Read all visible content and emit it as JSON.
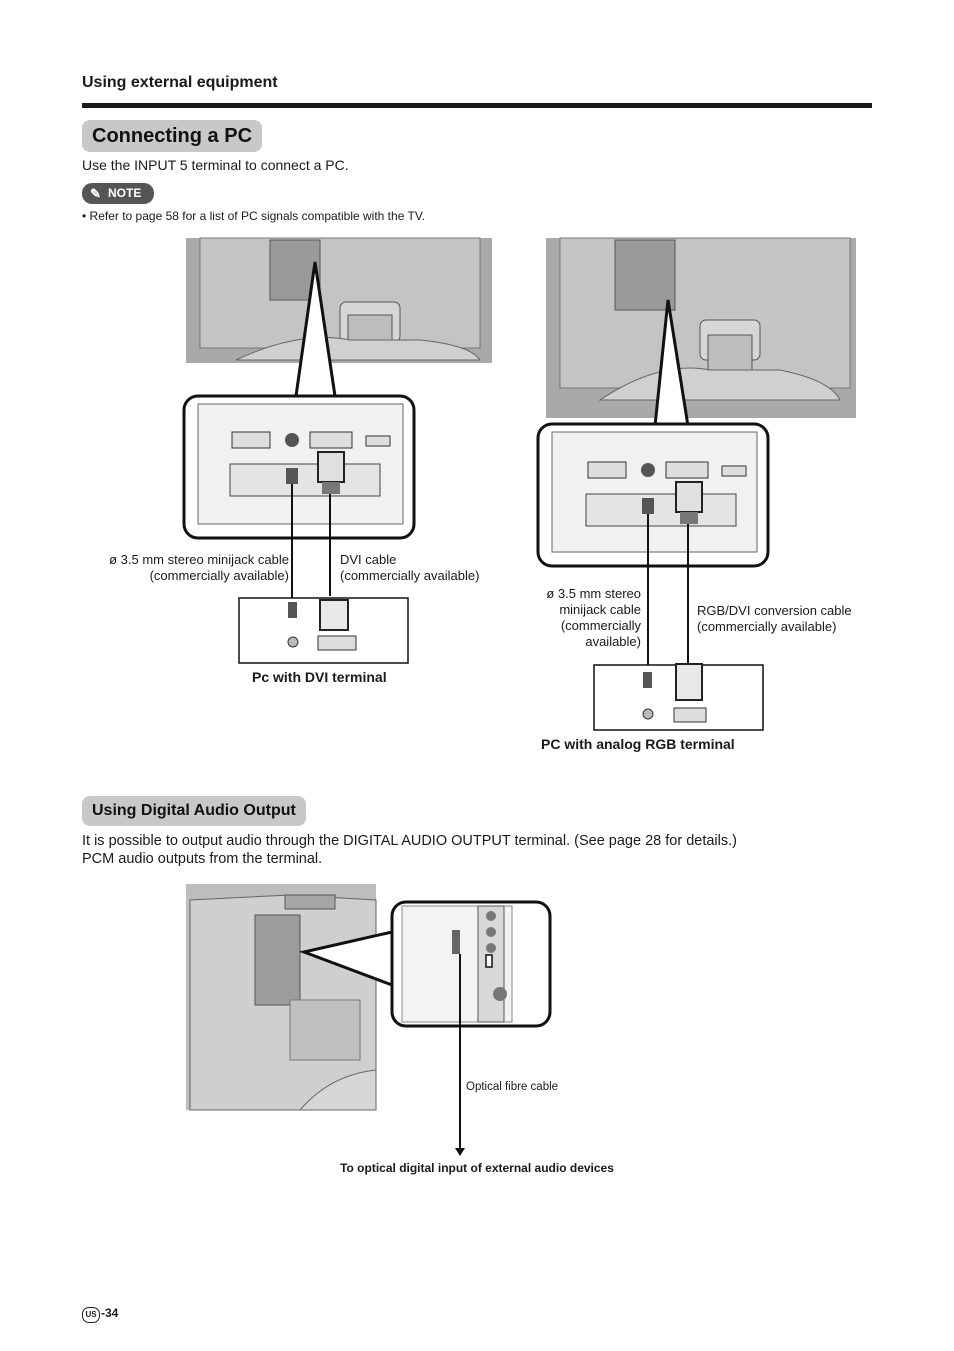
{
  "header": {
    "section": "Using external equipment"
  },
  "title": "Connecting a PC",
  "intro": "Use the INPUT 5 terminal to connect a PC.",
  "note": {
    "badge": "NOTE",
    "bullet": "• Refer to page 58 for a list of PC signals compatible with the TV."
  },
  "dvi_diagram": {
    "audio_cable": [
      "ø 3.5 mm stereo minijack cable",
      "(commercially available)"
    ],
    "video_cable": [
      "DVI cable",
      "(commercially available)"
    ],
    "pc_label": "Pc with DVI terminal"
  },
  "rgb_diagram": {
    "audio_cable": [
      "ø 3.5 mm stereo",
      "minijack cable",
      "(commercially",
      "available)"
    ],
    "video_cable": [
      "RGB/DVI conversion cable",
      "(commercially available)"
    ],
    "pc_label": "PC with analog RGB terminal"
  },
  "digital_audio": {
    "title": "Using Digital Audio Output",
    "paragraph": [
      "It is possible to output audio through the DIGITAL AUDIO OUTPUT terminal. (See page 28 for details.)",
      "PCM audio outputs from the terminal."
    ],
    "cable_label": "Optical fibre cable",
    "destination": "To optical digital input of external audio devices"
  },
  "footer": {
    "region_badge": "US",
    "page": "-34"
  }
}
